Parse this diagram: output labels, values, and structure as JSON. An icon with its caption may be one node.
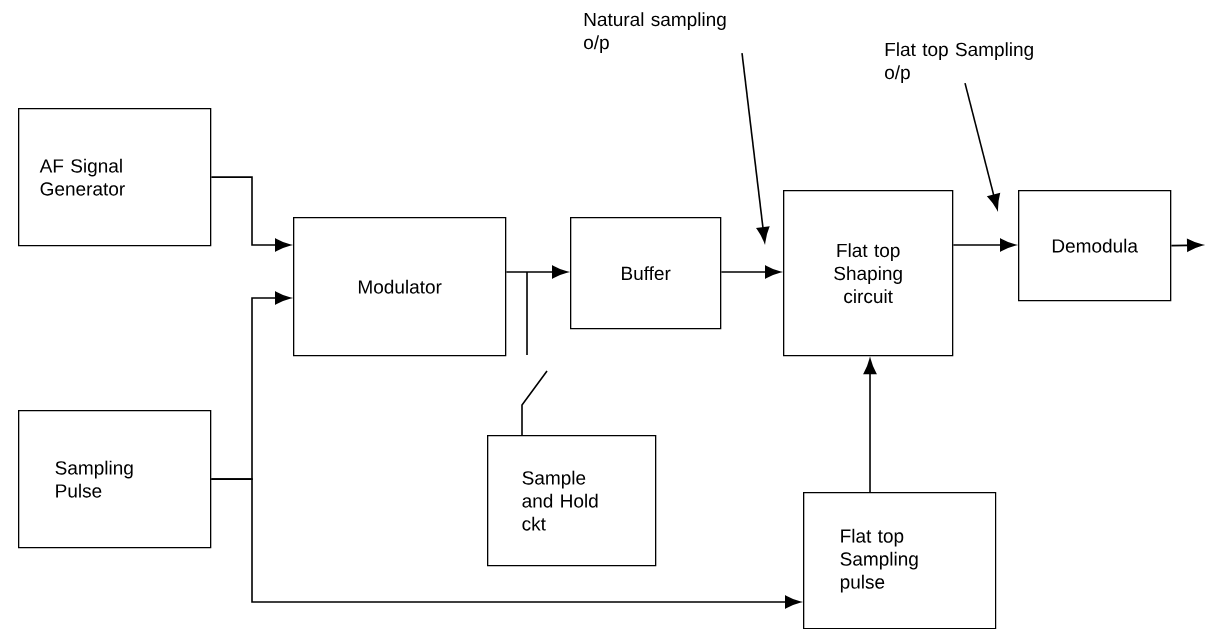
{
  "diagram": {
    "nodes": [
      {
        "text": [
          "AF Signal Generator"
        ]
      },
      {
        "text": [
          "Sampling Pulse"
        ]
      },
      {
        "text": [
          "Modulator"
        ]
      },
      {
        "text": [
          "Buffer"
        ]
      },
      {
        "text": [
          "Flat top Shaping circuit"
        ]
      },
      {
        "text": [
          "Demodula"
        ]
      },
      {
        "text": [
          "Sample and Hold ckt"
        ]
      },
      {
        "text": [
          "Flat top Sampling pulse"
        ]
      },
      {
        "text": [
          "Natural sampling o/p"
        ]
      },
      {
        "text": [
          "Flat top Sampling o/p"
        ]
      }
    ],
    "edges": [
      {
        "from": 0,
        "to": 2,
        "arrow": "to"
      },
      {
        "from": 1,
        "to": 2,
        "arrow": "to"
      },
      {
        "from": 1,
        "to": 7,
        "arrow": "to"
      },
      {
        "from": 2,
        "to": 3,
        "arrow": "to"
      },
      {
        "from": 3,
        "to": 4,
        "arrow": "to"
      },
      {
        "from": 4,
        "to": 5,
        "arrow": "to"
      },
      {
        "from": 5,
        "to": null,
        "arrow": "to"
      },
      {
        "from": 7,
        "to": 4,
        "arrow": "to"
      },
      {
        "from": 6,
        "to": null,
        "arrow": "none"
      },
      {
        "from": 8,
        "to": null,
        "arrow": "to"
      },
      {
        "from": 9,
        "to": null,
        "arrow": "to"
      }
    ]
  }
}
